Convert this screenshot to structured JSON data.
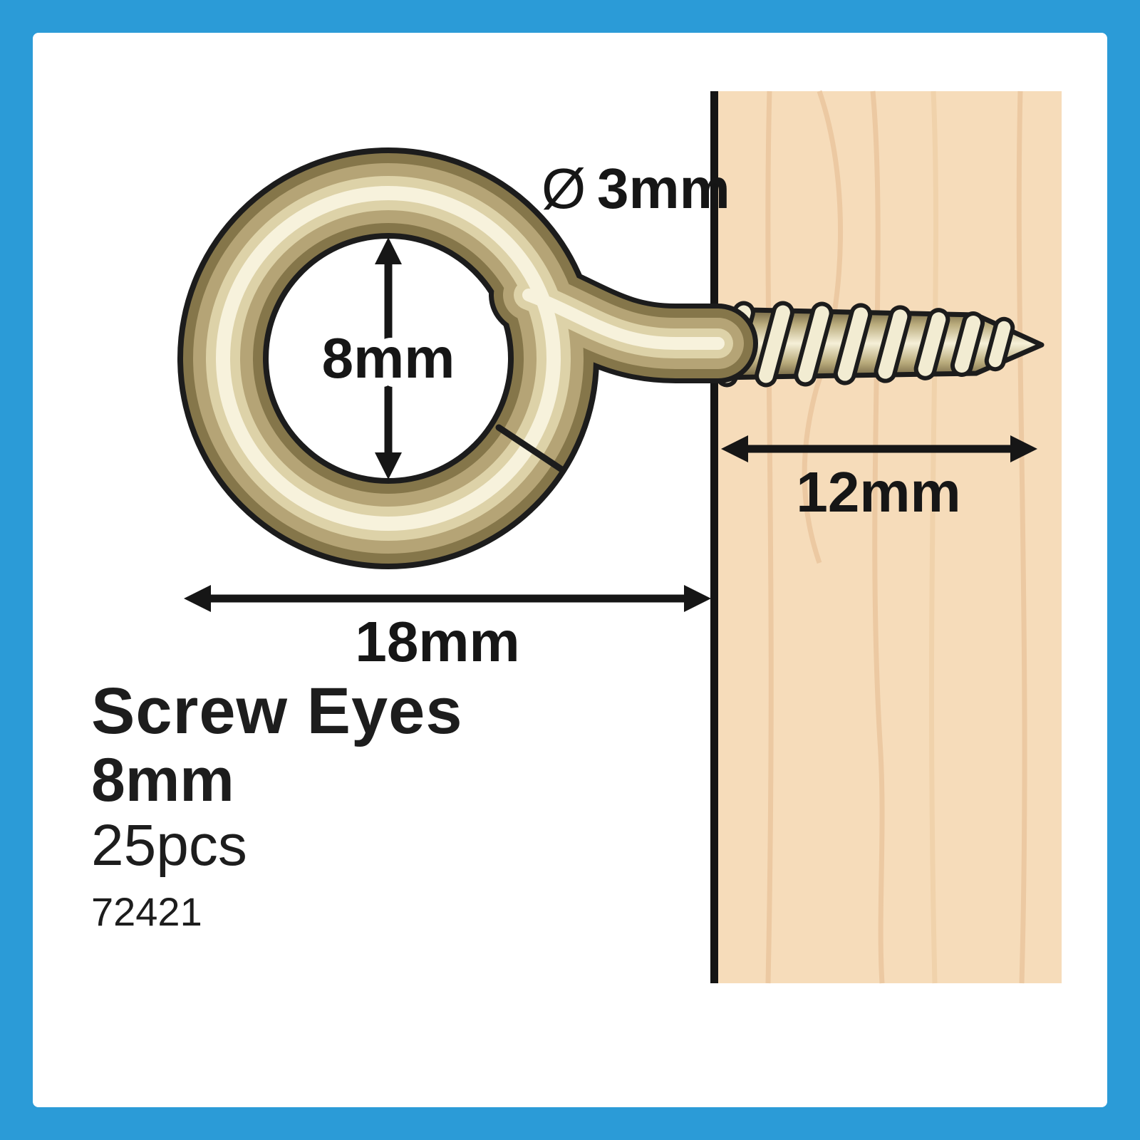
{
  "product": {
    "title": "Screw Eyes",
    "size": "8mm",
    "quantity": "25pcs",
    "item_code": "72421"
  },
  "dimensions": {
    "diameter_symbol": "Ø",
    "wire_diameter": "3mm",
    "eye_inner_diameter": "8mm",
    "thread_length": "12mm",
    "overall_width": "18mm"
  },
  "colors": {
    "frame_blue": "#2B9BD7",
    "wood": "#F6DCBA",
    "brass_dark": "#6F6240",
    "brass_light": "#F6F0D8",
    "outline": "#1C1C1C"
  }
}
